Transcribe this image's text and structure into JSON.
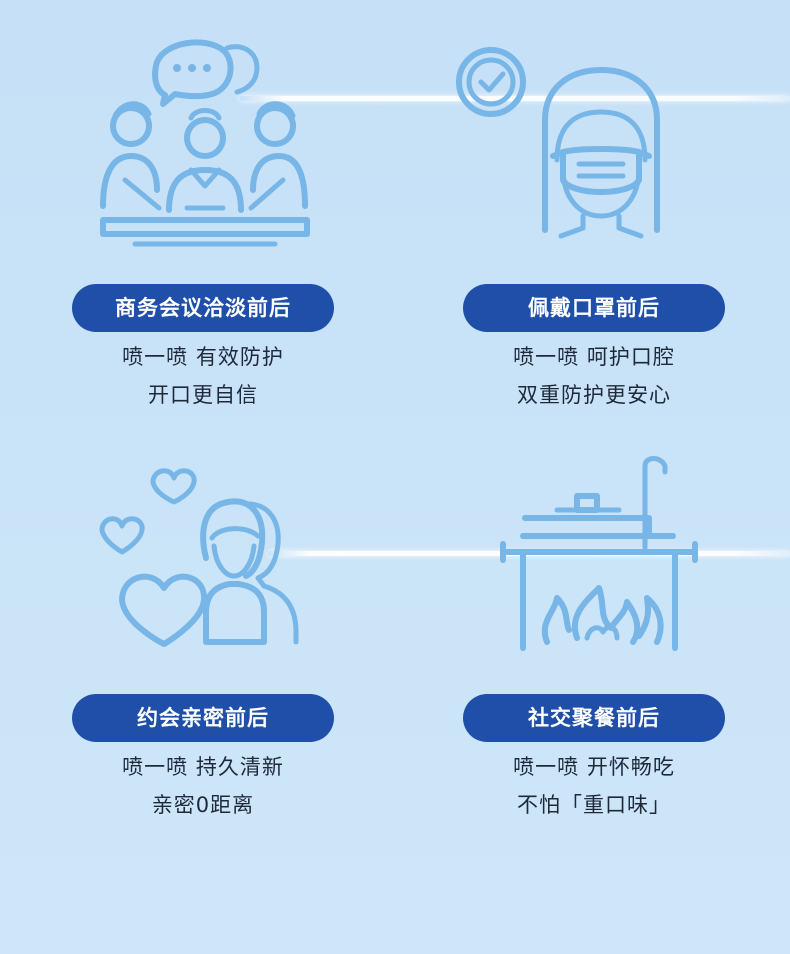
{
  "cards": [
    {
      "title": "商务会议洽淡前后",
      "lines": [
        "喷一喷 有效防护",
        "开口更自信"
      ],
      "icon": "business-meeting-icon"
    },
    {
      "title": "佩戴口罩前后",
      "lines": [
        "喷一喷 呵护口腔",
        "双重防护更安心"
      ],
      "icon": "mask-clock-icon"
    },
    {
      "title": "约会亲密前后",
      "lines": [
        "喷一喷 持久清新",
        "亲密0距离"
      ],
      "icon": "dating-hearts-icon"
    },
    {
      "title": "社交聚餐前后",
      "lines": [
        "喷一喷 开怀畅吃",
        "不怕「重口味」"
      ],
      "icon": "cooking-pot-icon"
    }
  ],
  "colors": {
    "background": "#c6e0f7",
    "pill": "#1f4fa8",
    "icon": "#77b6e6",
    "text": "#1e2a3a"
  }
}
